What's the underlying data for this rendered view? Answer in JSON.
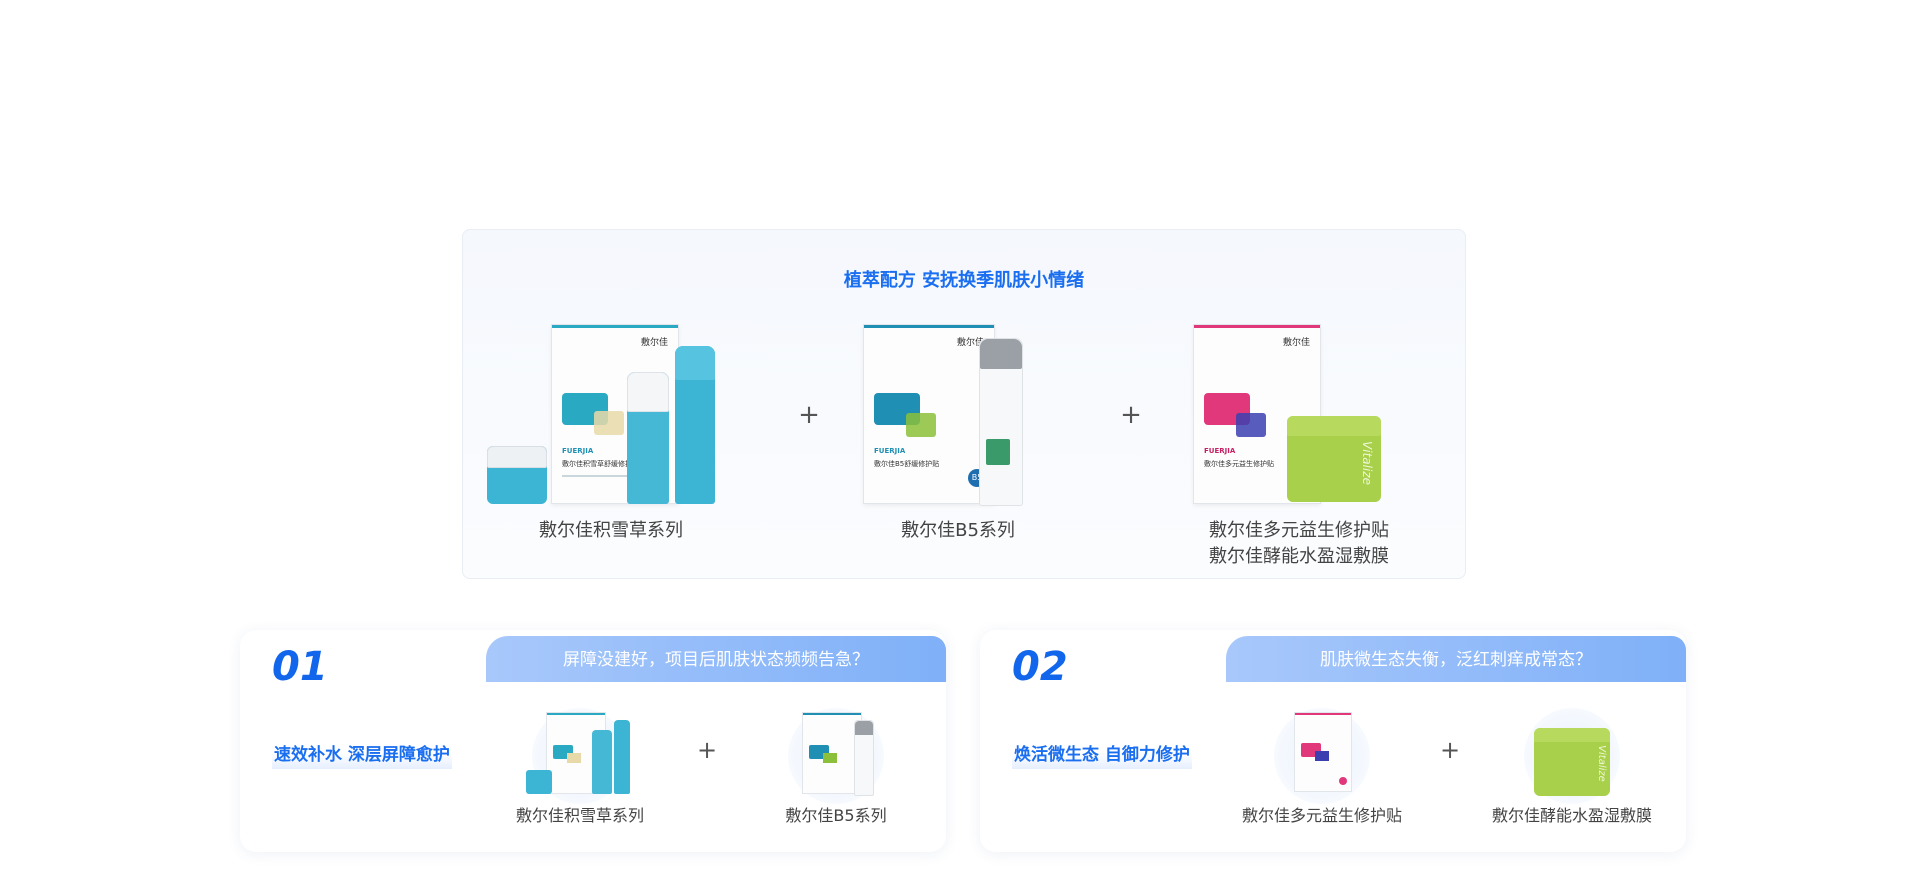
{
  "top_section": {
    "title": "植萃配方 安抚换季肌肤小情绪",
    "products": [
      {
        "label_lines": [
          "敷尔佳积雪草系列"
        ]
      },
      {
        "label_lines": [
          "敷尔佳B5系列"
        ]
      },
      {
        "label_lines": [
          "敷尔佳多元益生修护贴",
          "敷尔佳酵能水盈湿敷膜"
        ]
      }
    ],
    "plus_sign": "+",
    "box_brand": "敷尔佳",
    "box_items": [
      {
        "series_en": "FUERJIA",
        "name": "敷尔佳积雪草舒缓修护贴",
        "accent": "#2aa9c2"
      },
      {
        "series_en": "FUERJIA",
        "name": "敷尔佳B5舒缓修护贴",
        "accent": "#1f8fb4",
        "badge": "B5"
      },
      {
        "series_en": "FUERJIA",
        "name": "敷尔佳多元益生修护贴",
        "accent": "#e0387a"
      }
    ],
    "jar_brand": "Vitalize"
  },
  "cards": [
    {
      "number": "01",
      "tab_text": "屏障没建好，项目后肌肤状态频频告急？",
      "slogan": "速效补水 深层屏障愈护",
      "products": [
        "敷尔佳积雪草系列",
        "敷尔佳B5系列"
      ],
      "plus_sign": "+"
    },
    {
      "number": "02",
      "tab_text": "肌肤微生态失衡，泛红刺痒成常态？",
      "slogan": "焕活微生态  自御力修护",
      "products": [
        "敷尔佳多元益生修护贴",
        "敷尔佳酵能水盈湿敷膜"
      ],
      "plus_sign": "+"
    }
  ],
  "colors": {
    "accent_blue": "#1a6ef0",
    "tab_blue": "#8fbaf9",
    "teal": "#2aa9c2",
    "pink": "#e0387a",
    "lime": "#a8d04a"
  }
}
